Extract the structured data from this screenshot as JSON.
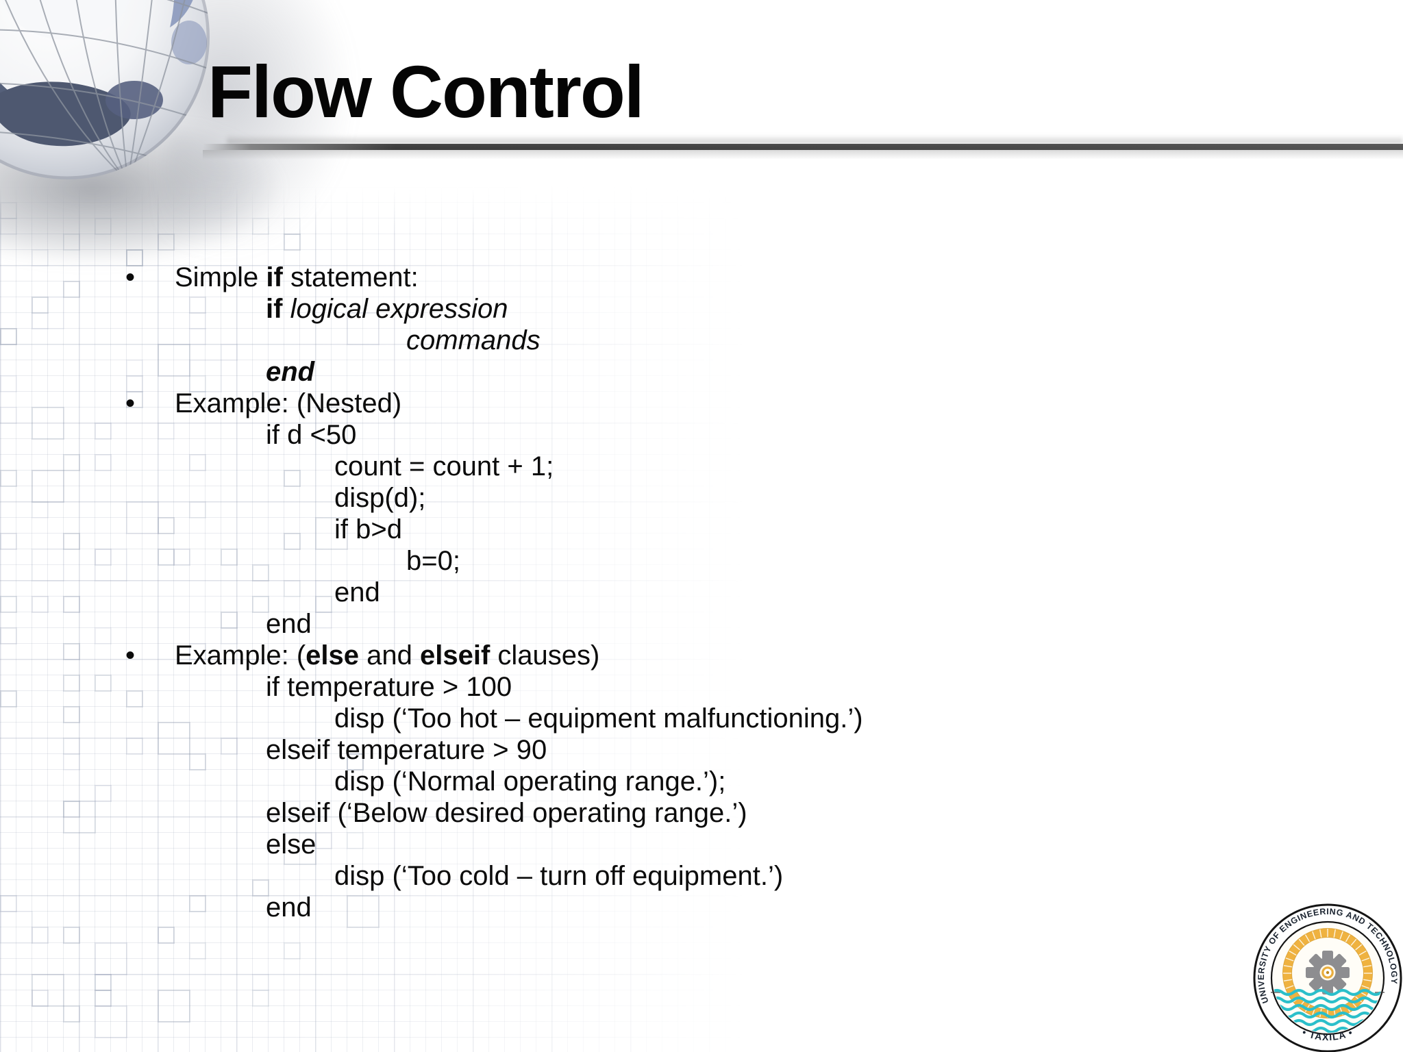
{
  "slide": {
    "title": "Flow Control",
    "content": {
      "bullet_marker": "•",
      "lines": [
        {
          "bullet": true,
          "indent": 0,
          "segments": [
            {
              "t": "Simple "
            },
            {
              "t": "if",
              "b": true
            },
            {
              "t": " statement:"
            }
          ]
        },
        {
          "bullet": false,
          "indent": 1,
          "segments": [
            {
              "t": "if",
              "b": true
            },
            {
              "t": " "
            },
            {
              "t": "logical expression",
              "i": true
            }
          ]
        },
        {
          "bullet": false,
          "indent": 3,
          "segments": [
            {
              "t": "commands",
              "i": true
            }
          ]
        },
        {
          "bullet": false,
          "indent": 1,
          "segments": [
            {
              "t": "end",
              "b": true,
              "i": true
            }
          ]
        },
        {
          "bullet": true,
          "indent": 0,
          "segments": [
            {
              "t": "Example: (Nested)"
            }
          ]
        },
        {
          "bullet": false,
          "indent": 1,
          "segments": [
            {
              "t": "if d <50"
            }
          ]
        },
        {
          "bullet": false,
          "indent": 2,
          "segments": [
            {
              "t": "count = count + 1;"
            }
          ]
        },
        {
          "bullet": false,
          "indent": 2,
          "segments": [
            {
              "t": "disp(d);"
            }
          ]
        },
        {
          "bullet": false,
          "indent": 2,
          "segments": [
            {
              "t": "if b>d"
            }
          ]
        },
        {
          "bullet": false,
          "indent": 3,
          "segments": [
            {
              "t": "b=0;"
            }
          ]
        },
        {
          "bullet": false,
          "indent": 2,
          "segments": [
            {
              "t": "end"
            }
          ]
        },
        {
          "bullet": false,
          "indent": 1,
          "segments": [
            {
              "t": "end"
            }
          ]
        },
        {
          "bullet": true,
          "indent": 0,
          "segments": [
            {
              "t": "Example: ("
            },
            {
              "t": "else",
              "b": true
            },
            {
              "t": " and "
            },
            {
              "t": "elseif",
              "b": true
            },
            {
              "t": " clauses)"
            }
          ]
        },
        {
          "bullet": false,
          "indent": 1,
          "segments": [
            {
              "t": "if temperature > 100"
            }
          ]
        },
        {
          "bullet": false,
          "indent": 2,
          "segments": [
            {
              "t": "disp (‘Too hot – equipment malfunctioning.’)"
            }
          ]
        },
        {
          "bullet": false,
          "indent": 1,
          "segments": [
            {
              "t": "elseif temperature > 90"
            }
          ]
        },
        {
          "bullet": false,
          "indent": 2,
          "segments": [
            {
              "t": "disp (‘Normal operating range.’);"
            }
          ]
        },
        {
          "bullet": false,
          "indent": 1,
          "segments": [
            {
              "t": "elseif (‘Below desired operating range.’)"
            }
          ]
        },
        {
          "bullet": false,
          "indent": 1,
          "segments": [
            {
              "t": "else"
            }
          ]
        },
        {
          "bullet": false,
          "indent": 2,
          "segments": [
            {
              "t": "disp (‘Too cold – turn off equipment.’)"
            }
          ]
        },
        {
          "bullet": false,
          "indent": 1,
          "segments": [
            {
              "t": "end"
            }
          ]
        }
      ]
    },
    "logo": {
      "arc_top_text": "UNIVERSITY OF ENGINEERING AND TECHNOLOGY",
      "arc_bottom_text": "• TAXILA •",
      "colors": {
        "ring_text": "#1b2430",
        "sun_yellow": "#efb240",
        "gear_gray": "#8d8d90",
        "wave_teal": "#2bbfca"
      }
    }
  }
}
